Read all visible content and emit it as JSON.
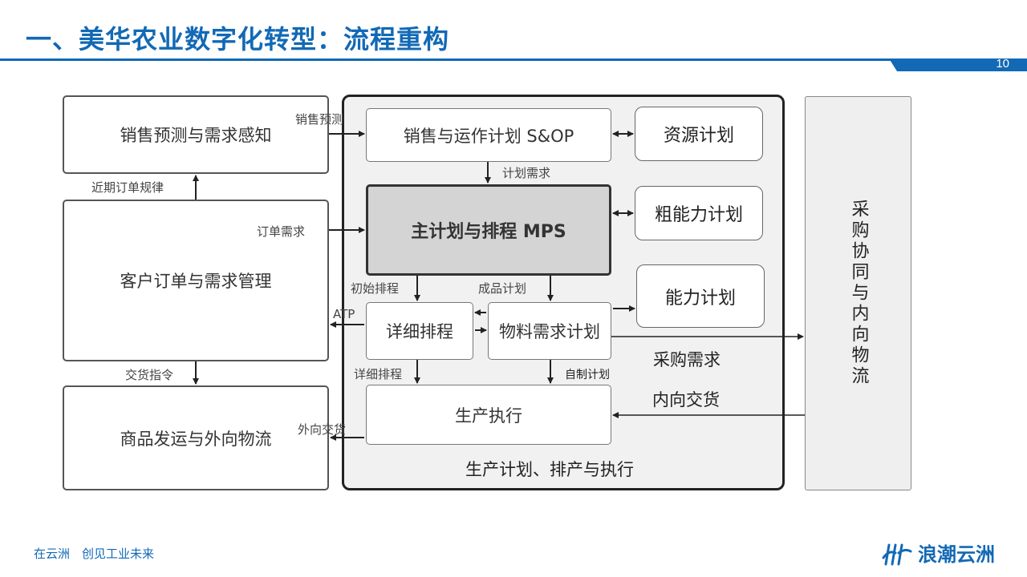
{
  "header": {
    "title": "一、美华农业数字化转型：流程重构",
    "page_number": "10"
  },
  "left_boxes": {
    "forecast": "销售预测与需求感知",
    "orders": "客户订单与需求管理",
    "shipping": "商品发运与外向物流"
  },
  "center": {
    "sop": "销售与运作计划 S&OP",
    "mps": "主计划与排程 MPS",
    "detailed": "详细排程",
    "mrp": "物料需求计划",
    "production": "生产执行",
    "panel_caption": "生产计划、排产与执行"
  },
  "right_boxes": {
    "resource": "资源计划",
    "rough_capacity": "粗能力计划",
    "capacity": "能力计划"
  },
  "procurement": "采购协同与内向物流",
  "labels": {
    "sales_forecast": "销售预测",
    "recent_order_pattern": "近期订单规律",
    "order_demand": "订单需求",
    "plan_demand": "计划需求",
    "initial_schedule": "初始排程",
    "finished_plan": "成品计划",
    "atp": "ATP",
    "delivery_instruction": "交货指令",
    "detailed_schedule": "详细排程",
    "self_made_plan": "自制计划",
    "outbound_delivery": "外向交货",
    "purchase_demand": "采购需求",
    "inbound_delivery": "内向交货"
  },
  "footer": {
    "slogan": "在云洲　创见工业未来",
    "brand": "浪潮云洲"
  },
  "colors": {
    "brand": "#1269b5",
    "mps_fill": "#d4d4d4",
    "panel_fill": "#f1f1f1"
  }
}
